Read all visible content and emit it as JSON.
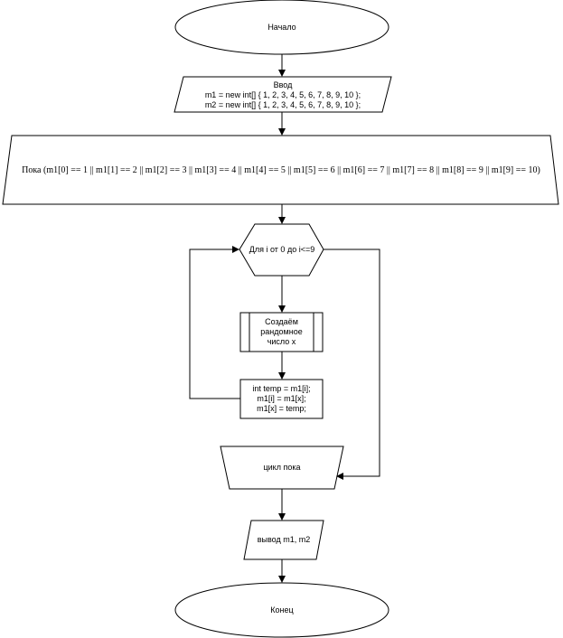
{
  "flowchart": {
    "start": "Начало",
    "input": "Ввод\nm1 = new int[] { 1, 2, 3, 4, 5, 6, 7, 8, 9, 10 };\nm2 = new int[] { 1, 2, 3, 4, 5, 6, 7, 8, 9, 10 };",
    "while_condition": "Пока (m1[0] == 1 || m1[1] == 2 || m1[2] == 3 || m1[3] == 4 || m1[4] == 5 || m1[5] == 6 || m1[6] == 7 || m1[7] == 8 || m1[8] == 9 || m1[9] == 10)",
    "for_loop": "Для i от 0 до i<=9",
    "subprocess": "Создаём\nрандомное\nчисло x",
    "swap": "int temp = m1[i];\nm1[i] = m1[x];\nm1[x] = temp;",
    "loop_end": "цикл пока",
    "output": "вывод m1, m2",
    "end": "Конец"
  },
  "colors": {
    "stroke": "#000000",
    "fill": "#ffffff",
    "text": "#000000"
  }
}
